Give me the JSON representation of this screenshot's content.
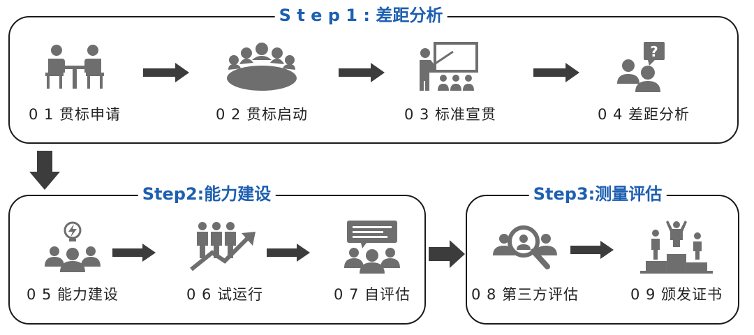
{
  "step1": {
    "title": "S t e p 1 : 差距分析",
    "items": [
      {
        "label": "0 1 贯标申请",
        "icon": "meeting-icon"
      },
      {
        "label": "0 2 贯标启动",
        "icon": "roundtable-icon"
      },
      {
        "label": "0 3 标准宣贯",
        "icon": "presentation-icon"
      },
      {
        "label": "0 4 差距分析",
        "icon": "question-people-icon"
      }
    ]
  },
  "step2": {
    "title": "Step2:能力建设",
    "items": [
      {
        "label": "0 5 能力建设",
        "icon": "lightbulb-team-icon"
      },
      {
        "label": "0 6 试运行",
        "icon": "growth-team-icon"
      },
      {
        "label": "0 7 自评估",
        "icon": "discussion-team-icon"
      }
    ]
  },
  "step3": {
    "title": "Step3:测量评估",
    "items": [
      {
        "label": "0 8 第三方评估",
        "icon": "magnifier-team-icon"
      },
      {
        "label": "0 9 颁发证书",
        "icon": "podium-icon"
      }
    ]
  },
  "colors": {
    "title": "#1d5fb0",
    "icon": "#6e6e6e",
    "arrow": "#3c3c3c",
    "border": "#1a1a1a"
  }
}
